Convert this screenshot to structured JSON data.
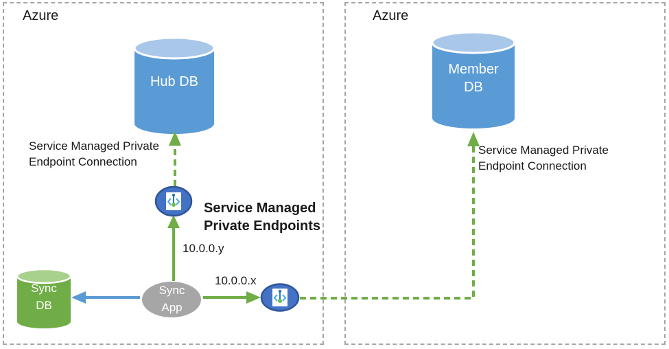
{
  "regions": {
    "left": {
      "label": "Azure"
    },
    "right": {
      "label": "Azure"
    }
  },
  "nodes": {
    "hub_db": {
      "label": "Hub DB"
    },
    "member_db": {
      "label": "Member\nDB"
    },
    "sync_db": {
      "label": "Sync\nDB"
    },
    "sync_app": {
      "label": "Sync\nApp"
    }
  },
  "annotations": {
    "left_connection_label": "Service Managed Private\nEndpoint Connection",
    "right_connection_label": "Service Managed Private\nEndpoint Connection",
    "endpoints_title": "Service Managed\nPrivate Endpoints",
    "ip_label_y": "10.0.0.y",
    "ip_label_x": "10.0.0.x"
  },
  "icons": {
    "private_endpoint": "private-endpoint-icon"
  },
  "colors": {
    "db_blue_body": "#5B9BD5",
    "db_blue_top": "#A9C7E9",
    "db_green_body": "#70AD47",
    "db_green_top": "#A9D18E",
    "app_gray": "#A6A6A6",
    "endpoint_fill": "#4472C4",
    "endpoint_border": "#2F5597",
    "arrow_green": "#70AD47",
    "arrow_blue": "#5B9BD5",
    "region_border": "#A6A6A6",
    "icon_bracket_blue": "#41A5EE",
    "icon_stem_blue": "#2E75B6",
    "icon_dot_green": "#6CC04A"
  }
}
